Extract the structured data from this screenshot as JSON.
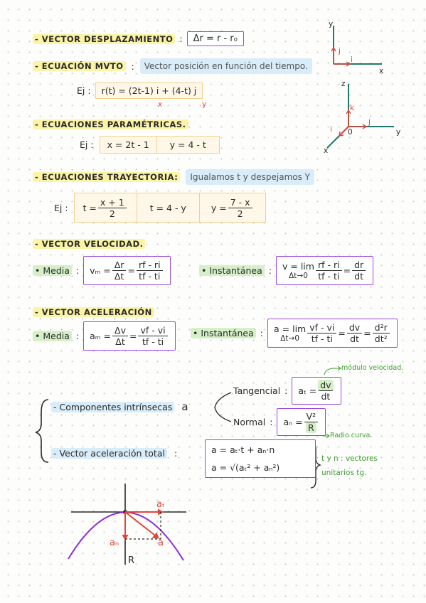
{
  "h1": {
    "label": "- VECTOR DESPLAZAMIENTO",
    "colon": ":",
    "formula": "Δr = r - r₀"
  },
  "h2": {
    "label": "- ECUACIÓN MVTO",
    "colon": ":",
    "note": "Vector posición en función del tiempo."
  },
  "ex1": {
    "prefix": "Ej :",
    "formula": "r(t) = (2t-1) i + (4-t) j",
    "under_x": "x",
    "under_y": "y"
  },
  "h3": {
    "label": "- ECUACIONES PARAMÉTRICAS."
  },
  "ex2": {
    "prefix": "Ej :",
    "cells": [
      "x = 2t - 1",
      "y = 4 - t"
    ]
  },
  "h4": {
    "label": "- ECUACIONES TRAYECTORIA:",
    "note": "Igualamos t y despejamos Y"
  },
  "ex3": {
    "prefix": "Ej :",
    "c1_left": "t =",
    "c1_num": "x + 1",
    "c1_den": "2",
    "c2": "t = 4 - y",
    "c3_left": "y =",
    "c3_num": "7 - x",
    "c3_den": "2"
  },
  "h5": {
    "label": "- VECTOR VELOCIDAD."
  },
  "vel": {
    "media_label": "• Media",
    "colon": ":",
    "vm": "vₘ =",
    "f1_num": "Δr",
    "f1_den": "Δt",
    "eq": "=",
    "f2_num": "rf - ri",
    "f2_den": "tf - ti",
    "inst_label": "• Instantánea",
    "vi": "v = lim",
    "lim_sub": "Δt→0",
    "g1_num": "rf - ri",
    "g1_den": "tf - ti",
    "g2_num": "dr",
    "g2_den": "dt"
  },
  "h6": {
    "label": "- VECTOR ACELERACIÓN"
  },
  "acc": {
    "media_label": "• Media",
    "am": "aₘ =",
    "f1_num": "Δv",
    "f1_den": "Δt",
    "f2_num": "vf - vi",
    "f2_den": "tf - ti",
    "inst_label": "• Instantánea",
    "ai": "a = lim",
    "lim_sub": "Δt→0",
    "g1_num": "vf - vi",
    "g1_den": "tf - ti",
    "g2_num": "dv",
    "g2_den": "dt",
    "g3_num": "d²r",
    "g3_den": "dt²"
  },
  "intr": {
    "label": "- Componentes intrínsecas",
    "a": "a",
    "tang_label": "Tangencial",
    "tang_left": "aₜ =",
    "tang_num": "dv",
    "tang_den": "dt",
    "tang_note": "módulo velocidad.",
    "norm_label": "Normal",
    "norm_left": "aₙ =",
    "norm_num": "V²",
    "norm_den": "R",
    "norm_note": "Radio curva."
  },
  "total": {
    "label": "- Vector aceleración total",
    "colon": ":",
    "eq1": "a = aₜ·t + aₙ·n",
    "eq2": "a = √(aₜ² + aₙ²)",
    "note1": "t y n : vectores",
    "note2": "unitarios tg."
  },
  "diagram": {
    "at": "aₜ",
    "an": "aₙ",
    "a": "a",
    "R": "R"
  },
  "axes2d": {
    "y": "y",
    "x": "x",
    "j": "j",
    "i": "i"
  },
  "axes3d": {
    "z": "z",
    "y": "y",
    "x": "x",
    "o": "0",
    "k": "k",
    "j": "j",
    "i": "i"
  },
  "colors": {
    "purple": "#9b47e0",
    "red": "#e2453a",
    "teal": "#1f7a6a",
    "green": "#3f9e2f",
    "yellow": "#fbf4a6",
    "blue": "#d8ecf9"
  }
}
